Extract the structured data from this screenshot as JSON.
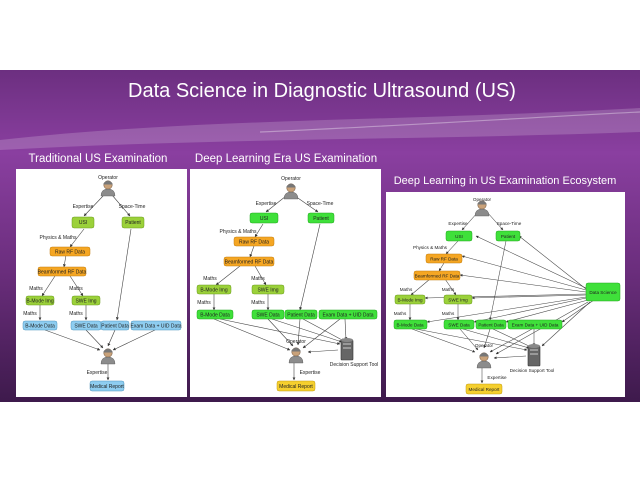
{
  "slide": {
    "title": "Data Science in Diagnostic Ultrasound (US)",
    "colors": {
      "background": "#5c2a6e",
      "panel": "#ffffff",
      "green": "#3fe03a",
      "olive": "#9bd13a",
      "orange": "#f5a623",
      "blue": "#8ecdf0"
    }
  },
  "panels": [
    {
      "heading": "Traditional US Examination",
      "labels": {
        "operator": "Operator",
        "expertise": "Expertise",
        "space_time": "Space-Time",
        "physics_maths": "Physics & Maths",
        "maths_a": "Maths",
        "maths_b": "Maths",
        "maths_c": "Maths",
        "maths_d": "Maths",
        "expertise_bottom": "Expertise"
      },
      "nodes": {
        "usi": "USI",
        "patient": "Patient",
        "raw": "Raw RF Data",
        "bf": "Beamformed RF Data",
        "bmode_img": "B-Mode Img",
        "swe_img": "SWE Img",
        "bmode_data": "B-Mode Data",
        "swe_data": "SWE Data",
        "patient_data": "Patient Data",
        "exam_data": "Exam Data + UID Data",
        "report": "Medical Report"
      }
    },
    {
      "heading": "Deep Learning Era US Examination",
      "labels": {
        "operator": "Operator",
        "expertise": "Expertise",
        "space_time": "Space-Time",
        "physics_maths": "Physics & Maths",
        "maths_a": "Maths",
        "maths_b": "Maths",
        "maths_c": "Maths",
        "maths_d": "Maths",
        "operator_bottom": "Operator",
        "expertise_bottom": "Expertise",
        "dst": "Decision Support Tool"
      },
      "nodes": {
        "usi": "USI",
        "patient": "Patient",
        "raw": "Raw RF Data",
        "bf": "Beamformed RF Data",
        "bmode_img": "B-Mode Img",
        "swe_img": "SWE Img",
        "bmode_data": "B-Mode Data",
        "swe_data": "SWE Data",
        "patient_data": "Patient Data",
        "exam_data": "Exam Data + UID Data",
        "report": "Medical Report"
      }
    },
    {
      "heading": "Deep Learning in US Examination Ecosystem",
      "labels": {
        "operator": "Operator",
        "expertise": "Expertise",
        "space_time": "Space-Time",
        "physics_maths": "Physics & Maths",
        "maths_a": "Maths",
        "maths_b": "Maths",
        "maths_c": "Maths",
        "maths_d": "Maths",
        "operator_bottom": "Operator",
        "expertise_bottom": "Expertise",
        "dst": "Decision Support Tool"
      },
      "nodes": {
        "usi": "USI",
        "patient": "Patient",
        "raw": "Raw RF Data",
        "bf": "Beamformed RF Data",
        "bmode_img": "B-Mode Img",
        "swe_img": "SWE Img",
        "bmode_data": "B-Mode Data",
        "swe_data": "SWE Data",
        "patient_data": "Patient Data",
        "exam_data": "Exam Data + UID Data",
        "report": "Medical Report",
        "data_science": "Data Science"
      }
    }
  ]
}
